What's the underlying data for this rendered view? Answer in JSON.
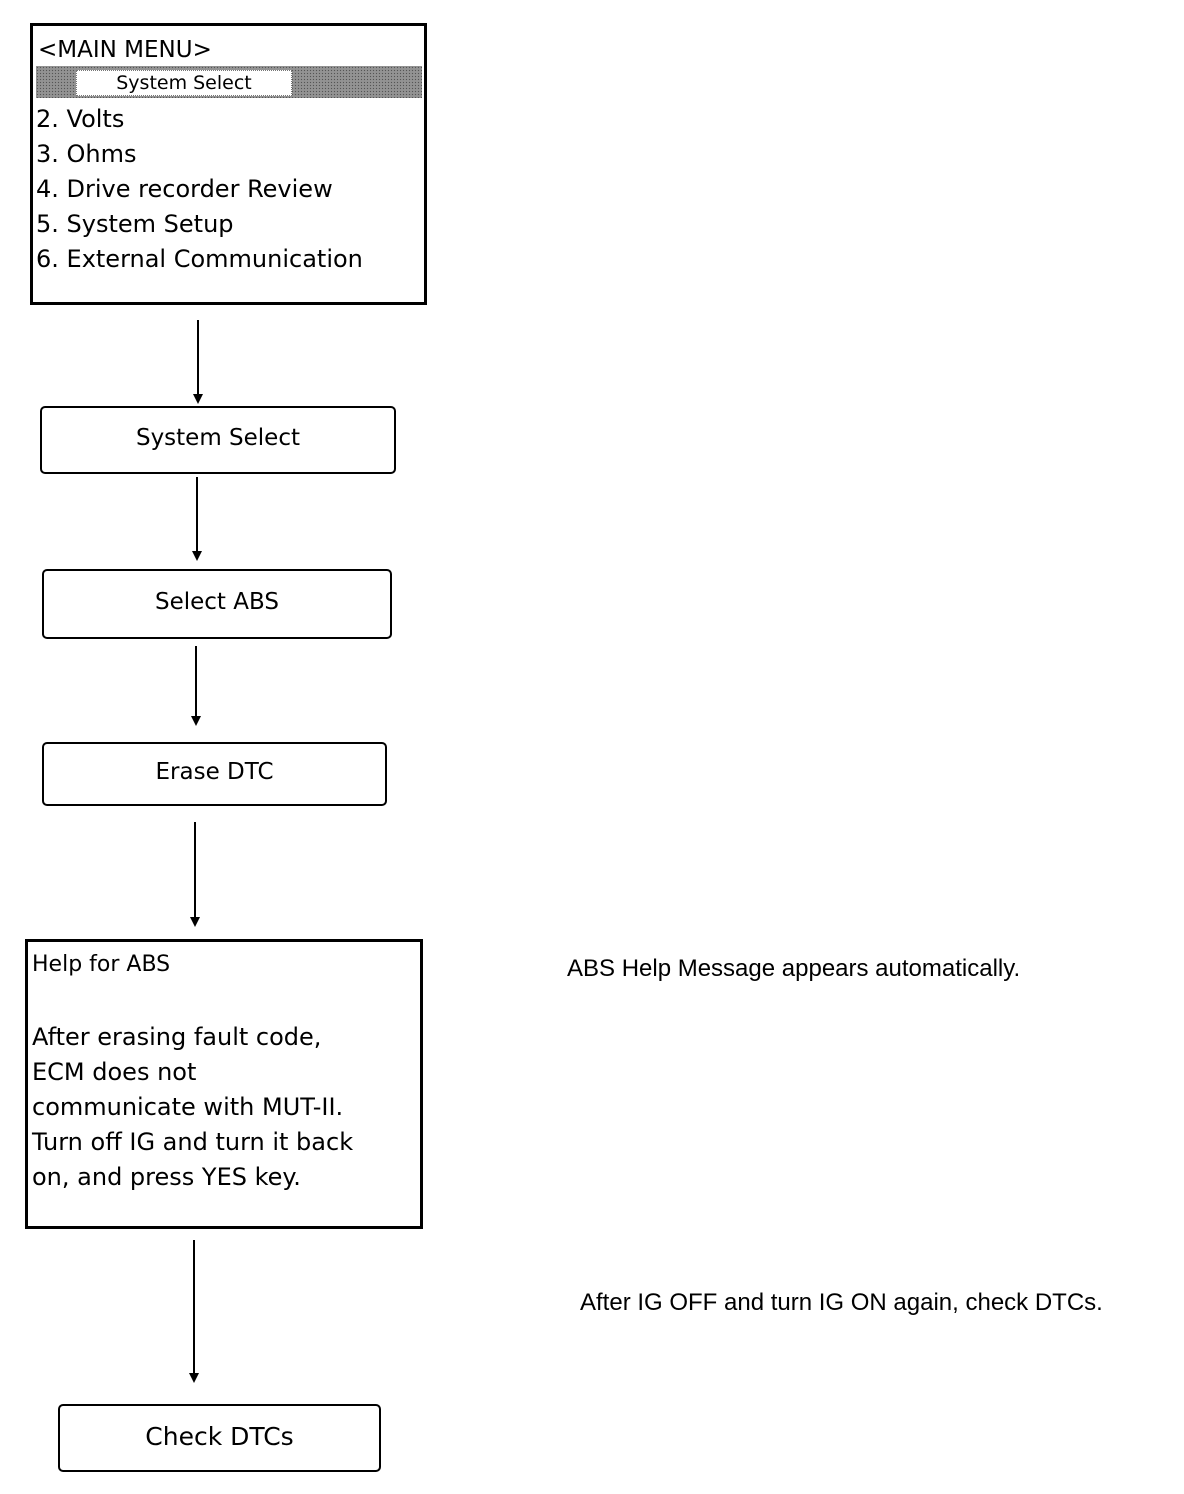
{
  "main_menu": {
    "title": "<MAIN MENU>",
    "selected_item": "System Select",
    "items": [
      "2. Volts",
      "3. Ohms",
      "4. Drive recorder Review",
      "5. System Setup",
      "6. External Communication"
    ]
  },
  "steps": {
    "system_select": "System Select",
    "select_abs": "Select ABS",
    "erase_dtc": "Erase DTC",
    "check_dtcs": "Check DTCs"
  },
  "help_screen": {
    "title": "Help for ABS",
    "lines": [
      "After erasing fault code,",
      "ECM does not",
      "communicate with MUT-II.",
      "Turn off IG and turn it back",
      "on, and press YES key."
    ]
  },
  "notes": {
    "help_message": "ABS Help Message appears automatically.",
    "after_ig": "After IG OFF and turn IG ON again, check DTCs."
  }
}
